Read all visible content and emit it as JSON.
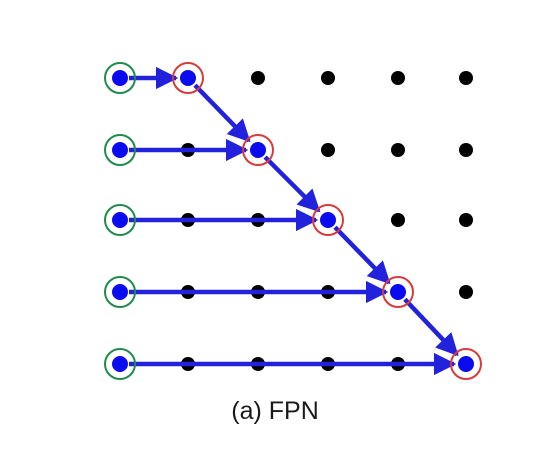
{
  "caption": "(a) FPN",
  "colors": {
    "background": "#ffffff",
    "node": "#000000",
    "active_node": "#0b0bf0",
    "arrow": "#2222dd",
    "input_ring": "#1e8c4a",
    "output_ring": "#d93a3a"
  },
  "grid": {
    "rows": 5,
    "cols": 6
  },
  "input_ring_label": "green",
  "output_ring_label": "red"
}
